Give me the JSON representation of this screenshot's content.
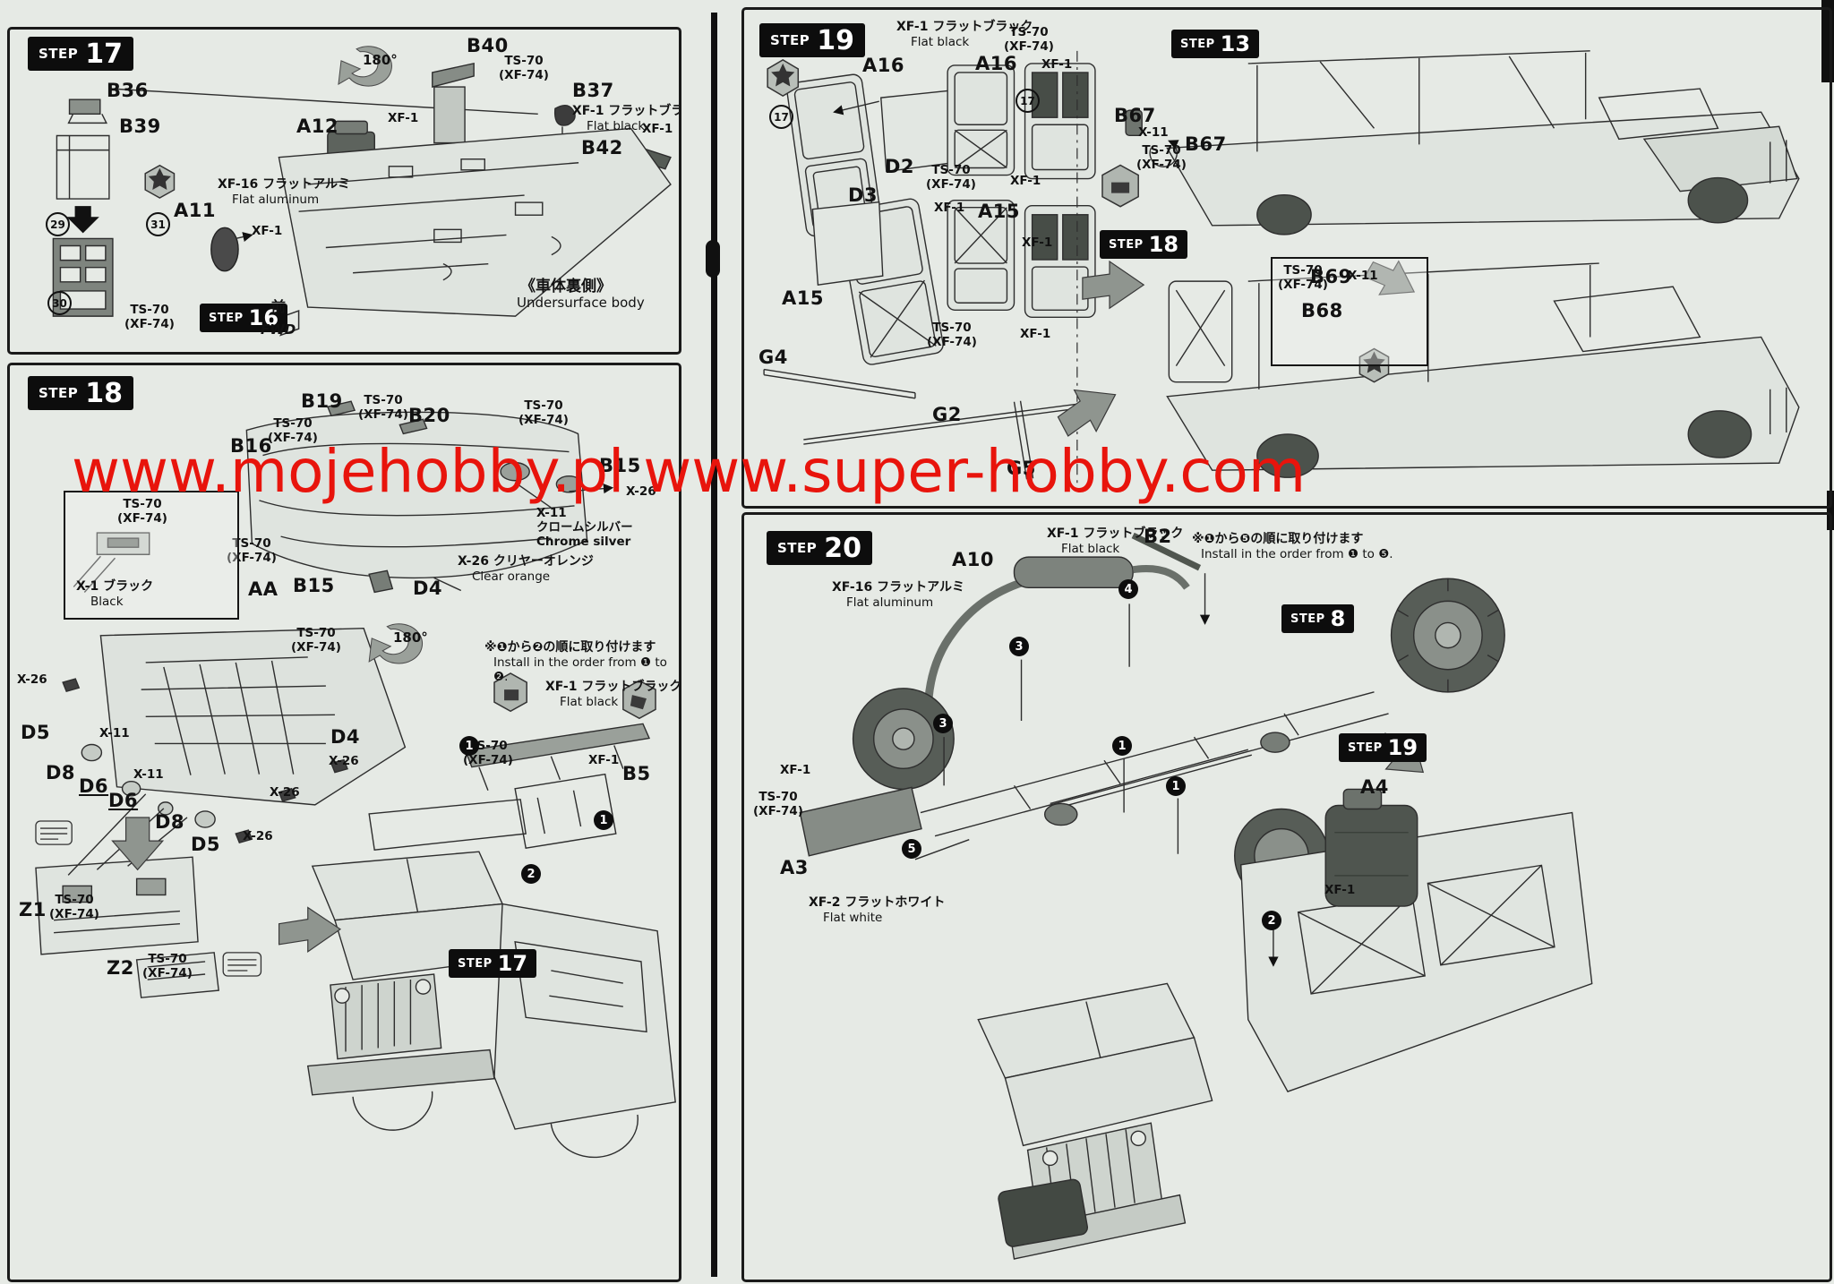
{
  "watermark": {
    "text": "www.mojehobby.pl www.super-hobby.com"
  },
  "steps": {
    "word": "STEP",
    "n8": "8",
    "n13": "13",
    "n16": "16",
    "n17": "17",
    "n18": "18",
    "n19": "19",
    "n20": "20"
  },
  "parts": {
    "a3": "A3",
    "a4": "A4",
    "a10": "A10",
    "a11": "A11",
    "a12": "A12",
    "a15": "A15",
    "a16": "A16",
    "aa": "AA",
    "b2": "B2",
    "b5": "B5",
    "b15": "B15",
    "b16": "B16",
    "b19": "B19",
    "b20": "B20",
    "b36": "B36",
    "b37": "B37",
    "b39": "B39",
    "b40": "B40",
    "b42": "B42",
    "b67": "B67",
    "b68": "B68",
    "b69": "B69",
    "d2": "D2",
    "d3": "D3",
    "d4": "D4",
    "d5": "D5",
    "d6": "D6",
    "d8": "D8",
    "g2": "G2",
    "g4": "G4",
    "g5": "G5",
    "z1": "Z1",
    "z2": "Z2"
  },
  "paints": {
    "ts70": "TS-70\n(XF-74)",
    "xf1": "XF-1",
    "x11": "X-11",
    "x26": "X-26",
    "xf1_black_jp": "XF-1 フラットブラック",
    "flat_black": "Flat black",
    "xf16_jp": "XF-16 フラットアルミ",
    "flat_aluminum": "Flat aluminum",
    "xf2_jp": "XF-2 フラットホワイト",
    "flat_white": "Flat white",
    "x1_jp": "X-1 ブラック",
    "black": "Black",
    "x11_chrome": "X-11\nクロームシルバー\nChrome silver",
    "x26_orange_jp": "X-26 クリヤーオレンジ",
    "clear_orange": "Clear orange"
  },
  "notes": {
    "rotate180": "180°",
    "fwd_jp": "前",
    "fwd_en": "FWD",
    "undersurface_jp": "《車体裏側》",
    "undersurface_en": "Undersurface body",
    "install12_jp": "※❶から❷の順に取り付けます",
    "install12_en": "Install in the order from ❶ to ❷.",
    "install15_jp": "※❶から❺の順に取り付けます",
    "install15_en": "Install in the order from ❶ to ❺."
  },
  "circled": {
    "c17": "17",
    "c29": "29",
    "c30": "30",
    "c31": "31"
  },
  "order": {
    "n1": "1",
    "n2": "2",
    "n3": "3",
    "n4": "4",
    "n5": "5"
  }
}
